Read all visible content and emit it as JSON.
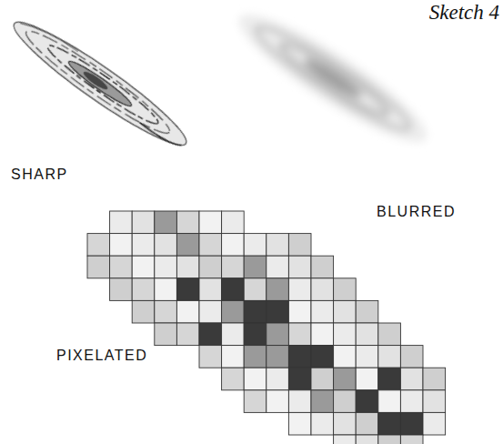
{
  "diagram": {
    "title": "Sketch 4",
    "labels": [
      "SHARP",
      "BLURRED",
      "PIXELATED"
    ]
  }
}
